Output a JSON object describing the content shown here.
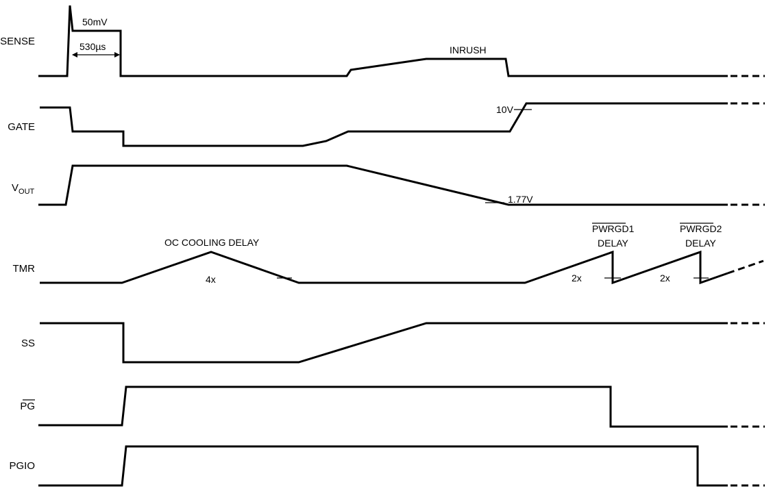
{
  "signals": {
    "sense": "SENSE",
    "gate": "GATE",
    "vout_main": "V",
    "vout_sub": "OUT",
    "tmr": "TMR",
    "ss": "SS",
    "pg": "PG",
    "pgio": "PGIO"
  },
  "annotations": {
    "sense_peak": "50mV",
    "sense_width": "530µs",
    "inrush": "INRUSH",
    "gate_level": "10V",
    "vout_level": "1.77V",
    "oc_cooling_delay": "OC COOLING DELAY",
    "cooling_factor": "4x",
    "pwrgd1_name": "PWRGD",
    "pwrgd1_index": "1",
    "pwrgd1_delay": "DELAY",
    "pwrgd1_factor": "2x",
    "pwrgd2_name": "PWRGD",
    "pwrgd2_index": "2",
    "pwrgd2_delay": "DELAY",
    "pwrgd2_factor": "2x"
  }
}
